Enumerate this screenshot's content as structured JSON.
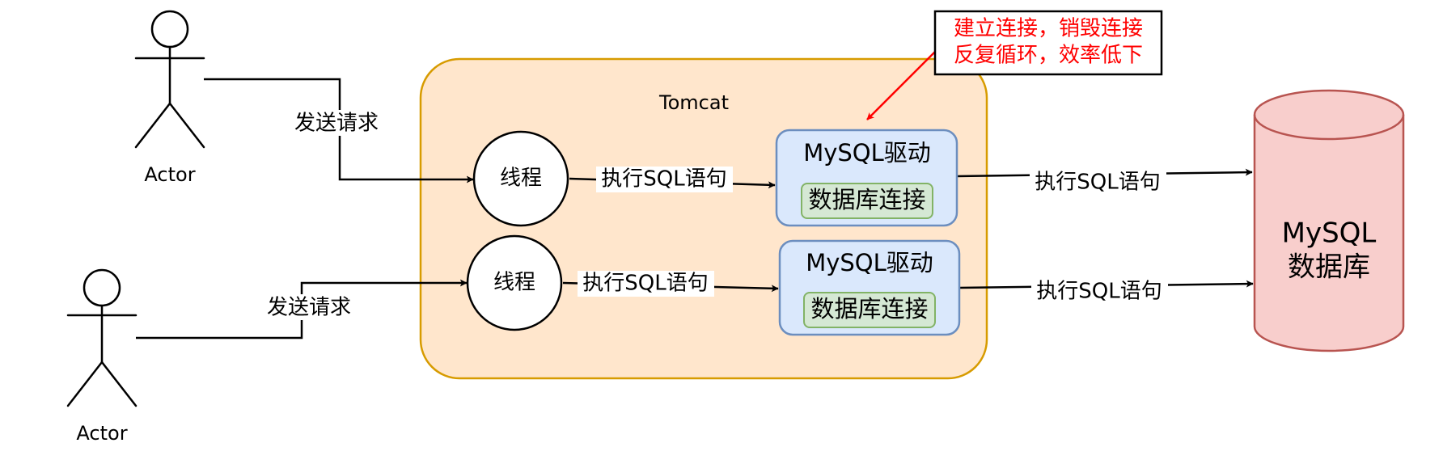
{
  "actors": [
    {
      "label": "Actor"
    },
    {
      "label": "Actor"
    }
  ],
  "tomcat": {
    "title": "Tomcat",
    "fill": "#ffe6cc",
    "stroke": "#d79b00"
  },
  "threads": [
    {
      "label": "线程"
    },
    {
      "label": "线程"
    }
  ],
  "drivers": [
    {
      "title": "MySQL驱动",
      "connection": "数据库连接"
    },
    {
      "title": "MySQL驱动",
      "connection": "数据库连接"
    }
  ],
  "database": {
    "line1": "MySQL",
    "line2": "数据库",
    "fill": "#f8cecc",
    "stroke": "#b85450"
  },
  "edge_labels": {
    "send_request_1": "发送请求",
    "send_request_2": "发送请求",
    "exec_sql_thread_1": "执行SQL语句",
    "exec_sql_thread_2": "执行SQL语句",
    "exec_sql_db_1": "执行SQL语句",
    "exec_sql_db_2": "执行SQL语句"
  },
  "note": {
    "line1": "建立连接，销毁连接",
    "line2": "反复循环，效率低下",
    "color": "#ff0000"
  },
  "colors": {
    "driver_fill": "#dae8fc",
    "driver_stroke": "#6c8ebf",
    "connection_fill": "#d5e8d4",
    "connection_stroke": "#82b366"
  }
}
